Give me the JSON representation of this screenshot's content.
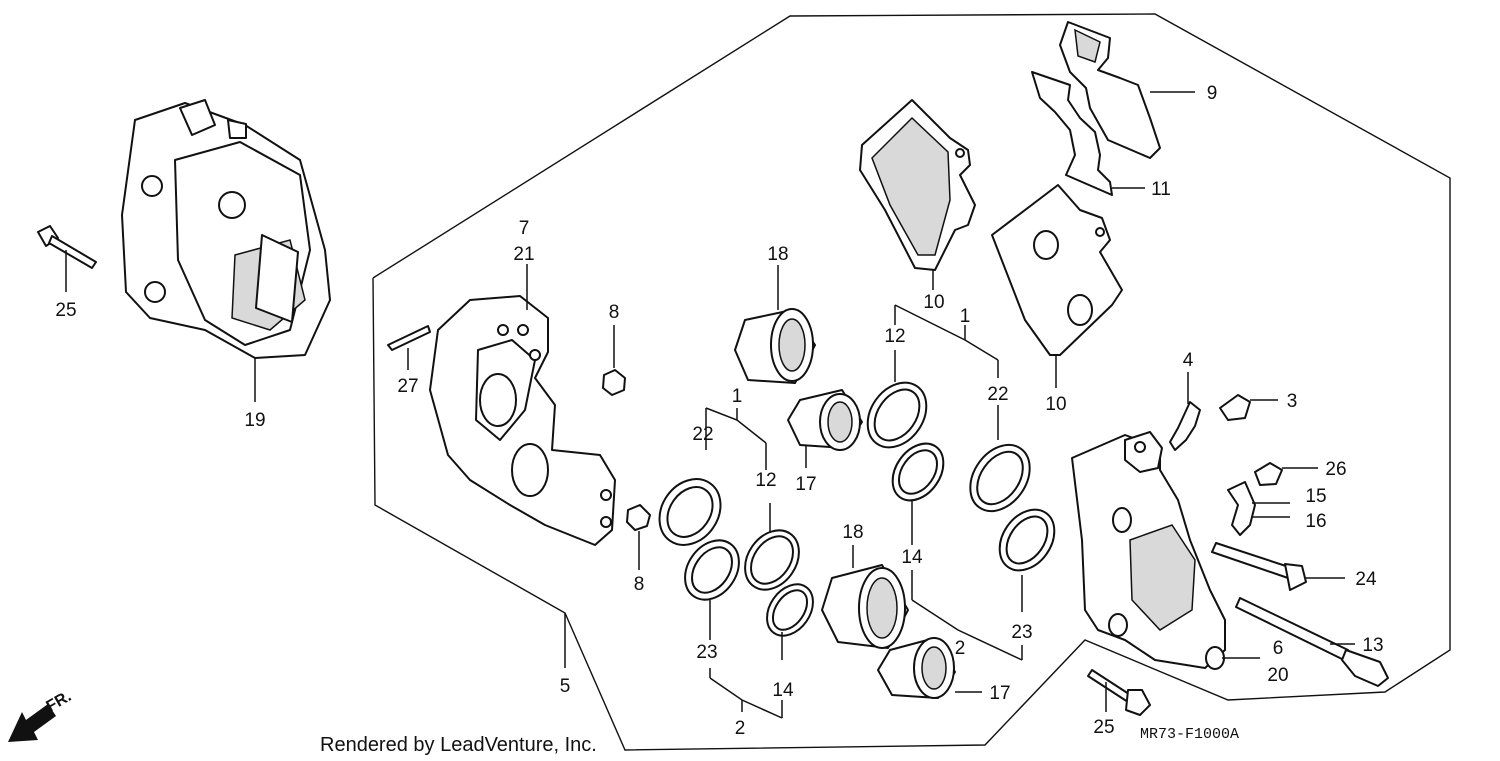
{
  "credit": "Rendered by LeadVenture, Inc.",
  "diagram_code": "MR73-F1000A",
  "direction_label": "FR.",
  "callouts": {
    "c1a": "1",
    "c1b": "1",
    "c2a": "2",
    "c2b": "2",
    "c3": "3",
    "c4": "4",
    "c5": "5",
    "c6": "6",
    "c7": "7",
    "c8a": "8",
    "c8b": "8",
    "c9": "9",
    "c10a": "10",
    "c10b": "10",
    "c11": "11",
    "c12a": "12",
    "c12b": "12",
    "c13": "13",
    "c14a": "14",
    "c14b": "14",
    "c15": "15",
    "c16": "16",
    "c17a": "17",
    "c17b": "17",
    "c18a": "18",
    "c18b": "18",
    "c19": "19",
    "c20": "20",
    "c21": "21",
    "c22a": "22",
    "c22b": "22",
    "c23a": "23",
    "c23b": "23",
    "c24": "24",
    "c25a": "25",
    "c25b": "25",
    "c26": "26",
    "c27": "27"
  }
}
